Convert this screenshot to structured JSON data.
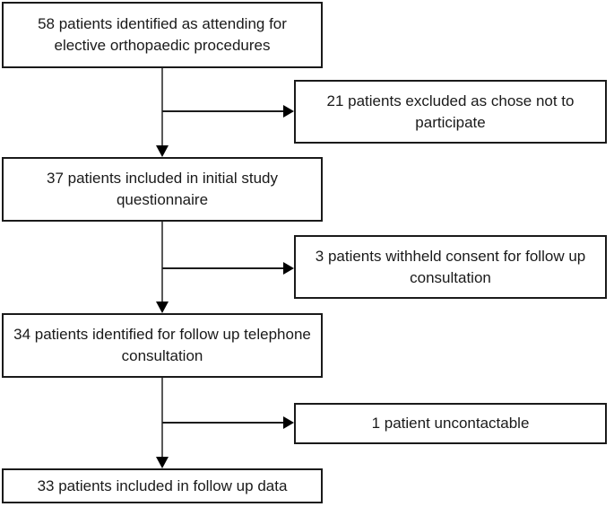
{
  "diagram": {
    "type": "patient-flow-diagram",
    "colors": {
      "background": "#ffffff",
      "box_border": "#1a1a1a",
      "text": "#1a1a1a",
      "vertical_line": "#595959",
      "horizontal_line": "#1c1c1c",
      "arrowhead": "#000000"
    },
    "main_boxes": [
      {
        "count": 58,
        "label": "58 patients identified as attending for elective orthopaedic procedures"
      },
      {
        "count": 37,
        "label": "37 patients included in initial study questionnaire"
      },
      {
        "count": 34,
        "label": "34 patients identified for follow up telephone consultation"
      },
      {
        "count": 33,
        "label": "33 patients included in follow up data"
      }
    ],
    "exclusion_boxes": [
      {
        "count": 21,
        "label": "21 patients excluded as chose not to participate"
      },
      {
        "count": 3,
        "label": "3 patients withheld consent for follow up consultation"
      },
      {
        "count": 1,
        "label": "1 patient uncontactable"
      }
    ]
  }
}
